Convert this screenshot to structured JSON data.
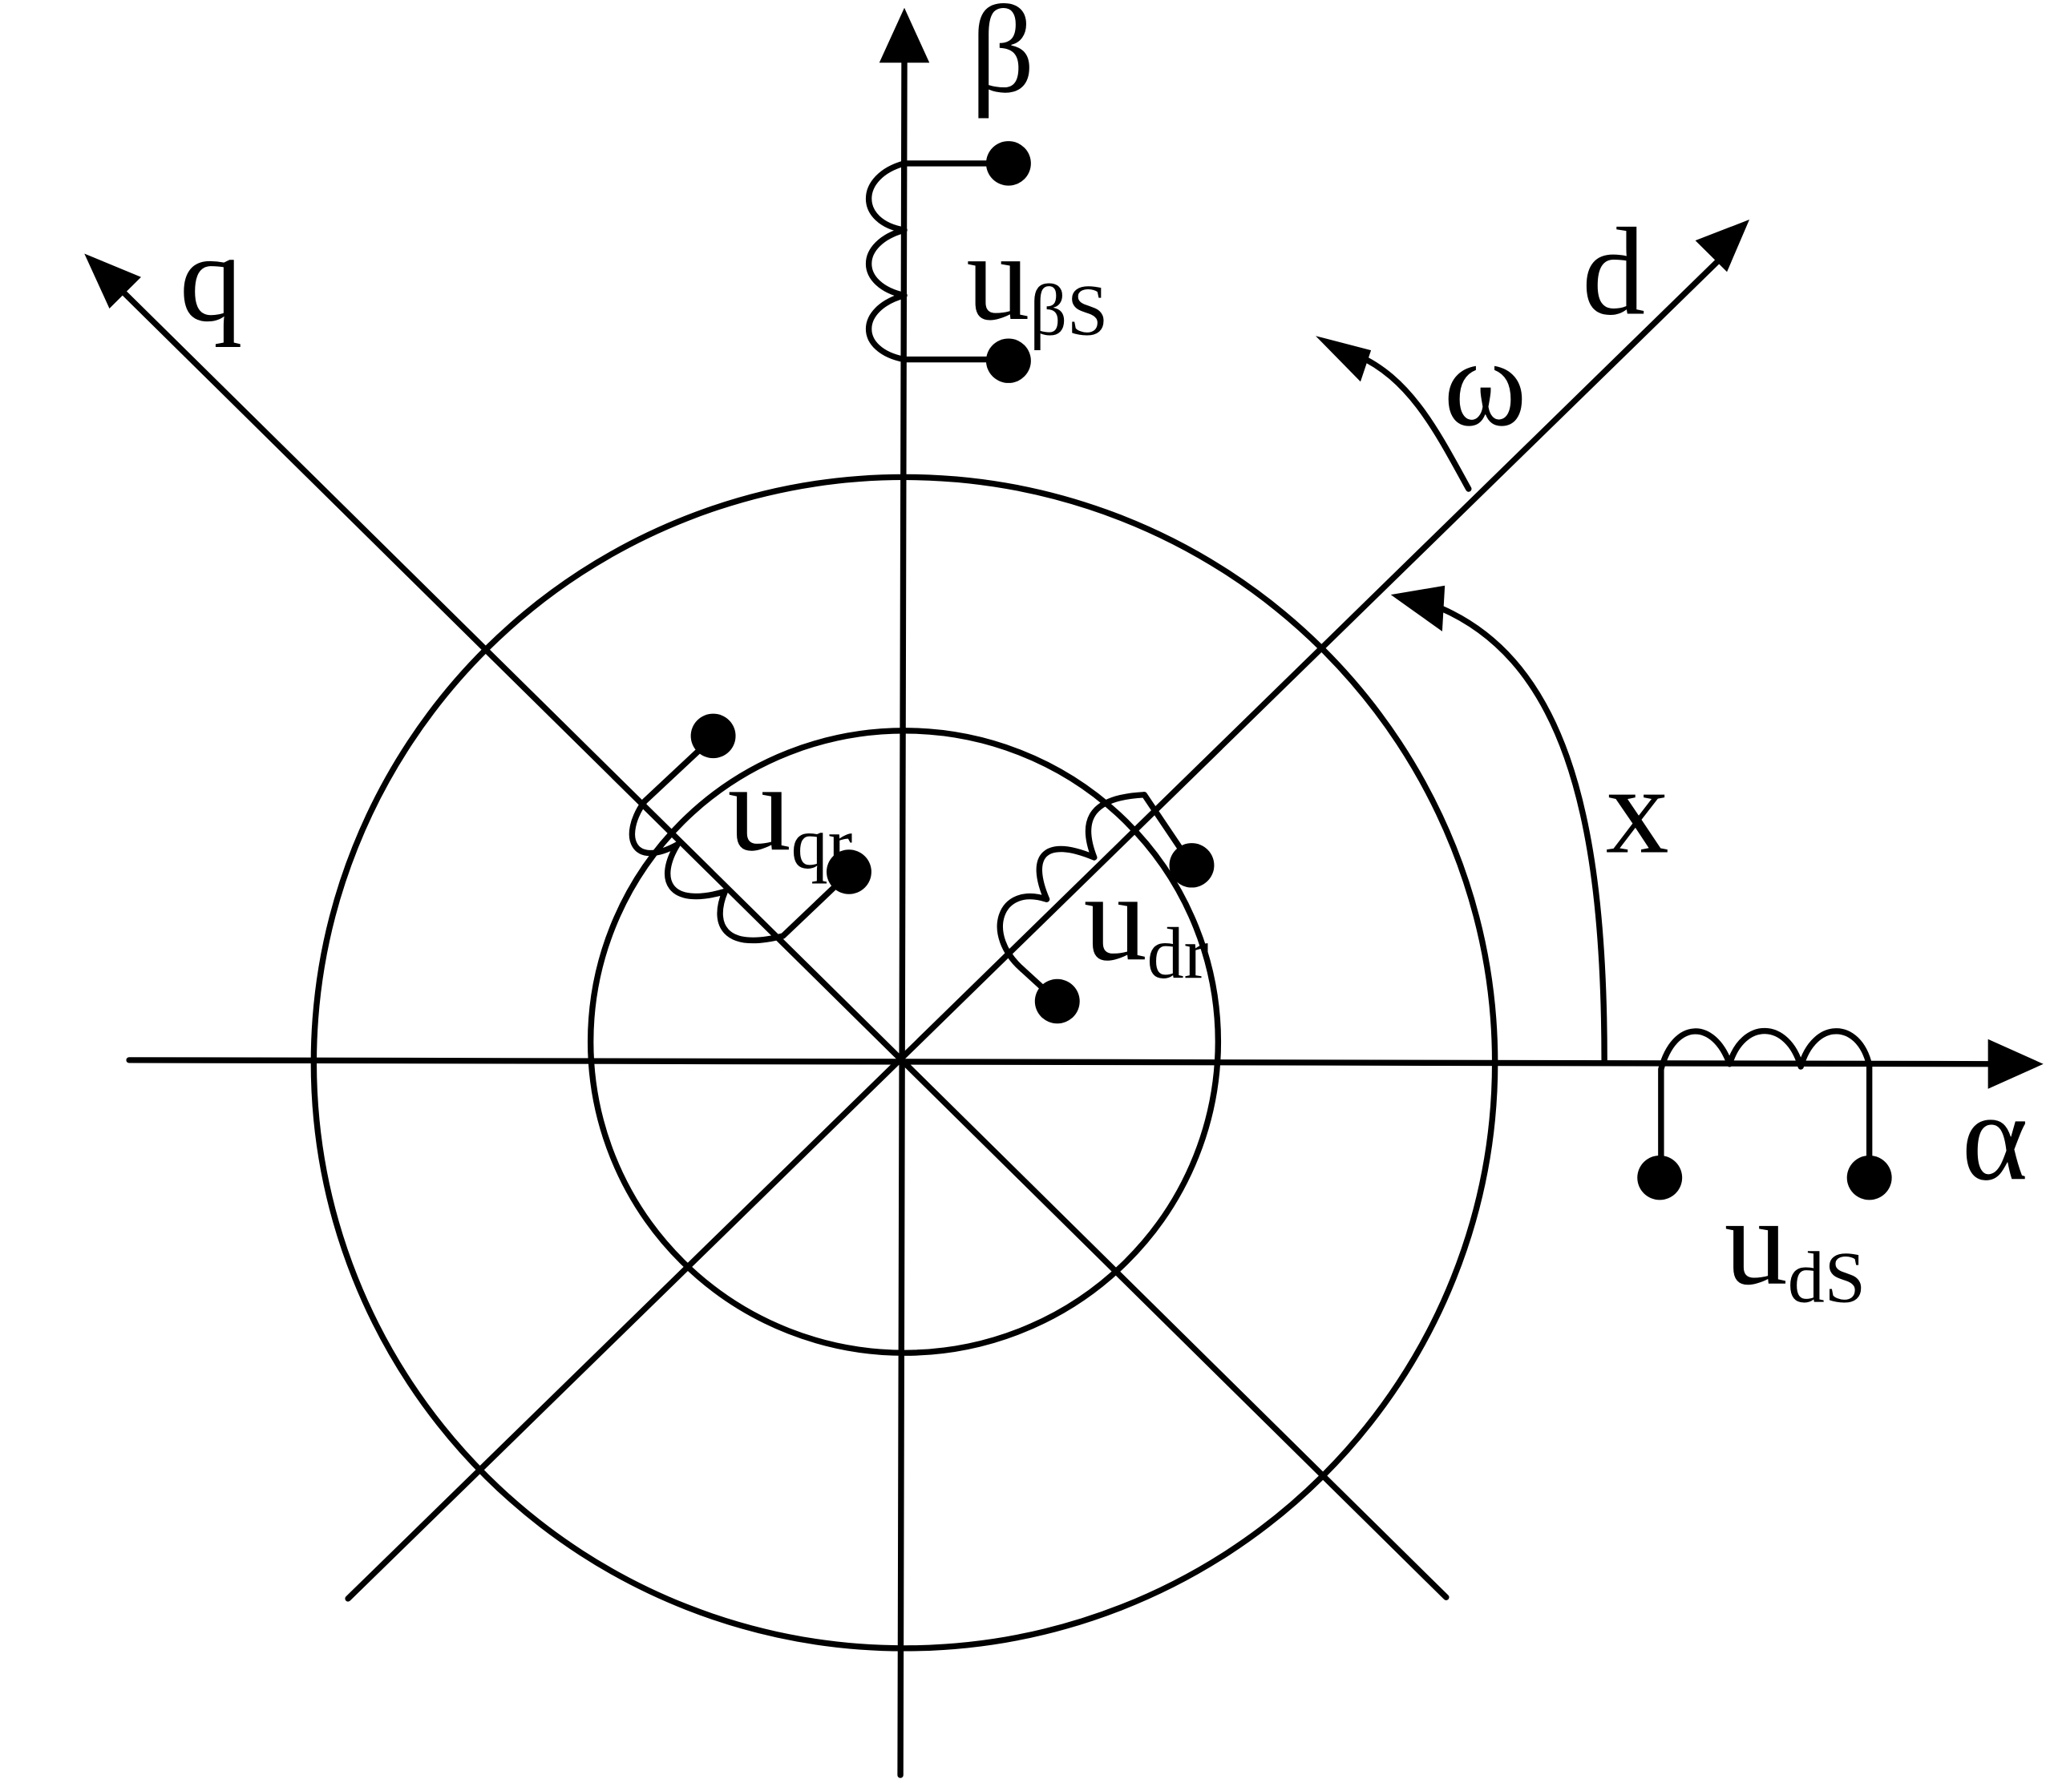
{
  "labels": {
    "alpha_axis": "α",
    "beta_axis": "β",
    "d_axis": "d",
    "q_axis": "q",
    "omega": "ω",
    "angle": "x"
  },
  "terminals": {
    "u_beta_s": {
      "base": "u",
      "sub": "βS"
    },
    "u_q_r": {
      "base": "u",
      "sub": "qr"
    },
    "u_d_r": {
      "base": "u",
      "sub": "dr"
    },
    "u_d_s": {
      "base": "u",
      "sub": "dS"
    }
  },
  "colors": {
    "ink": "#000000",
    "background": "#ffffff"
  }
}
